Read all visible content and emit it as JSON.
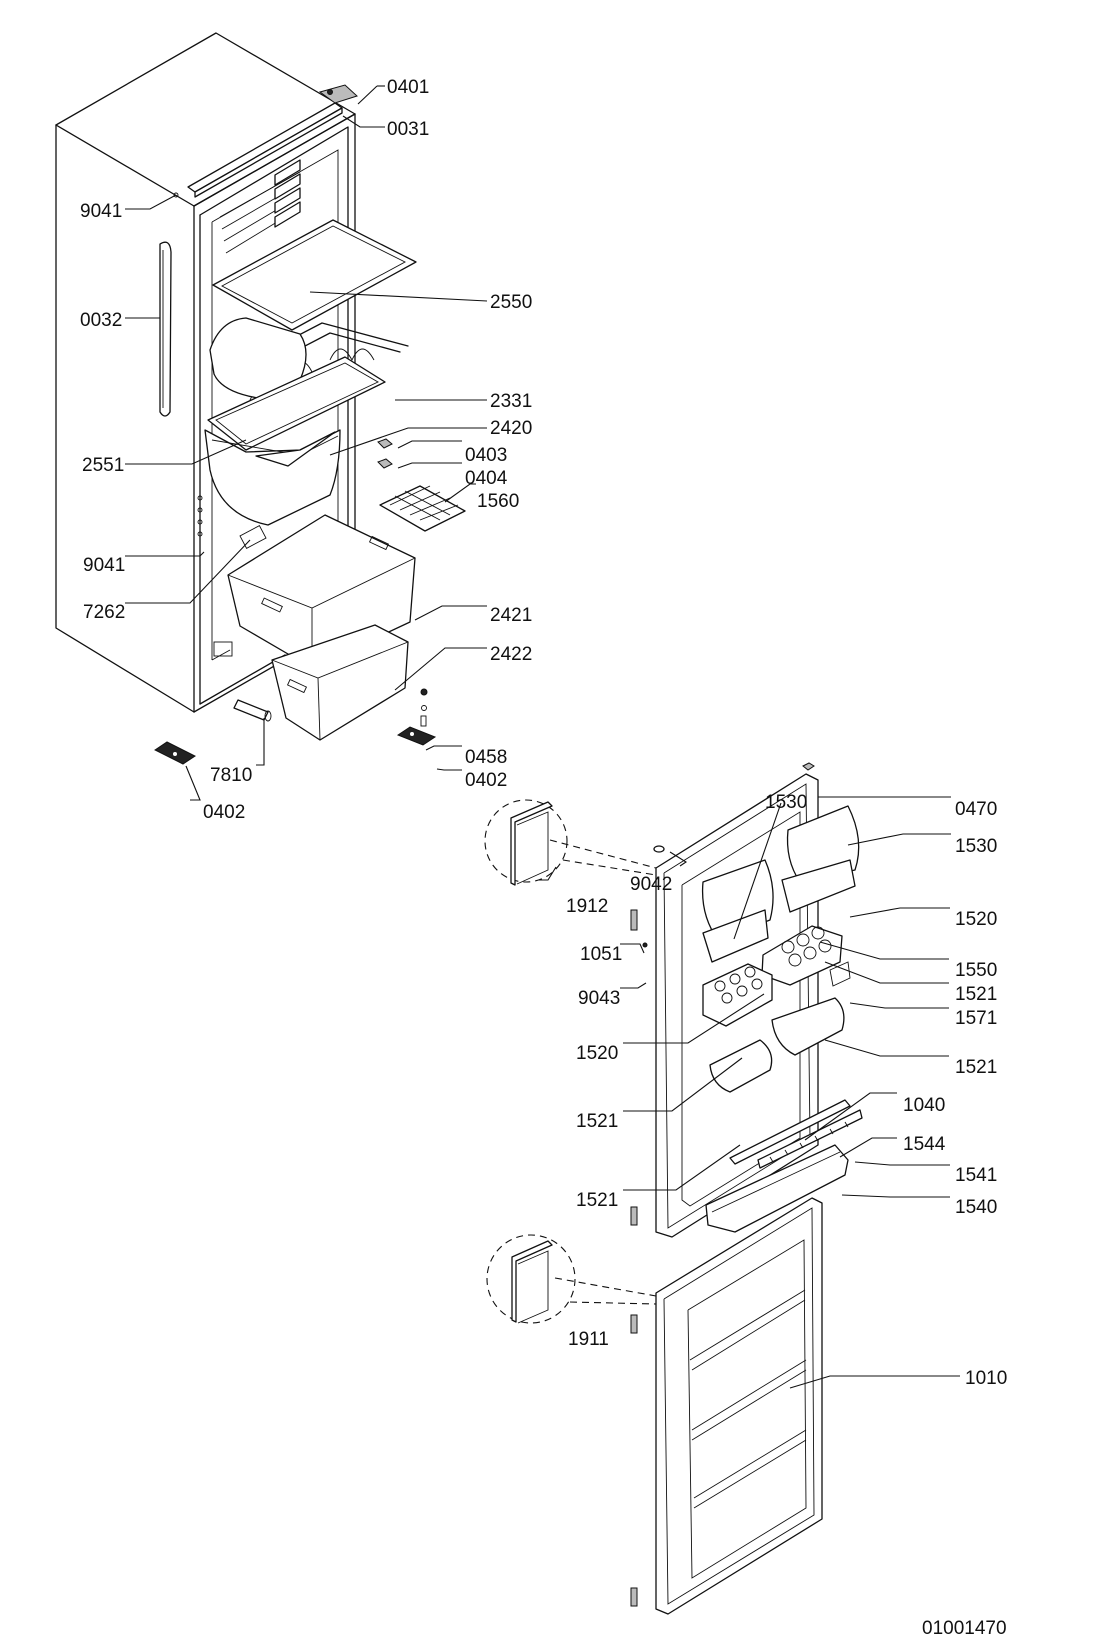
{
  "labels": {
    "p0401": "0401",
    "p0031": "0031",
    "p9041_top": "9041",
    "p0032": "0032",
    "p2550": "2550",
    "p2331": "2331",
    "p2420": "2420",
    "p2551": "2551",
    "p0403": "0403",
    "p0404": "0404",
    "p1560": "1560",
    "p9041_mid": "9041",
    "p7262": "7262",
    "p2421": "2421",
    "p2422": "2422",
    "p0458": "0458",
    "p0402_right": "0402",
    "p7810": "7810",
    "p0402_left": "0402",
    "p1530_top": "1530",
    "p0470": "0470",
    "p1530_right": "1530",
    "p9042": "9042",
    "p1912": "1912",
    "p1520_right": "1520",
    "p1051": "1051",
    "p1550": "1550",
    "p9043": "9043",
    "p1521_a": "1521",
    "p1571": "1571",
    "p1520_left": "1520",
    "p1521_b": "1521",
    "p1040": "1040",
    "p1521_c": "1521",
    "p1544": "1544",
    "p1541": "1541",
    "p1521_d": "1521",
    "p1540": "1540",
    "p1911": "1911",
    "p1010": "1010"
  },
  "drawing_number": "01001470"
}
